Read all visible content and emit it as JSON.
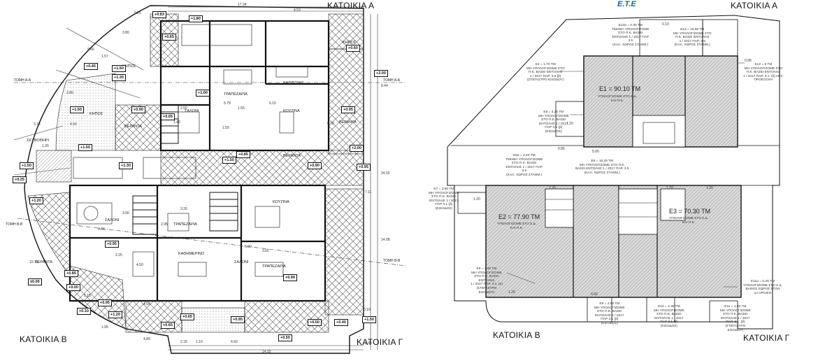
{
  "left": {
    "corner_labels": {
      "a": "ΚΑΤΟΙΚΙΑ Α",
      "b": "ΚΑΤΟΙΚΙΑ Β",
      "c": "ΚΑΤΟΙΚΙΑ Γ"
    },
    "section_labels": {
      "aa_left": "ΤΟΜΗ Α-Α",
      "aa_right": "ΤΟΜΗ Α-Α",
      "bb_left": "ΤΟΜΗ Β-Β",
      "bb_right": "ΤΟΜΗ Β-Β"
    },
    "rooms": {
      "trapezaria_top": "ΤΡΑΠΕΖΑΡΙΑ",
      "kathistiko_top": "ΚΑΘΙΣΤΙΚΟ",
      "saloni_top": "ΣΑΛΟΝΙ",
      "kouzina_top": "ΚΟΥΖΙΝΑ",
      "kipos_top": "ΚΗΠΟΣ",
      "kipos_left": "ΚΗΠΟΣ",
      "kipos_left2": "ΚΗΠΟΣ",
      "veranta_left": "ΒΕΡΑΝΤΑ",
      "veranta_right": "ΒΕΡΑΝΤΑ",
      "veranta_mid": "ΒΕΡΑΝΤΑ",
      "kouzina_bottom": "ΚΟΥΖΙΝΑ",
      "saloni_bottom_left": "ΣΑΛΟΝΙ",
      "trapezaria_bottom_left": "ΤΡΑΠΕΖΑΡΙΑ",
      "kathimerino": "ΚΑΘΗΜΕΡΙΝΟ",
      "saloni_bottom_mid": "ΣΑΛΟΝΙ",
      "trapezaria_bottom_mid": "ΤΡΑΠΕΖΑΡΙΑ",
      "veranta_bottom": "ΒΕΡΑΝΤΑ",
      "skyvothiri": "ΣΚΥΒΟΘΗΡΙ"
    },
    "levels": [
      "+0.83",
      "+1.80",
      "+0.65",
      "+0.60",
      "+0.45",
      "+1.50",
      "+1.30",
      "+1.00",
      "+0.90",
      "+1.50",
      "+0.95",
      "+0.05",
      "+2.00",
      "+1.50",
      "+0.85",
      "+2.00",
      "+1.50",
      "+1.30",
      "+1.50",
      "+0.90",
      "+0.95",
      "+1.20",
      "+0.25",
      "±0.00",
      "+0.95",
      "+0.85",
      "+0.00",
      "+0.10",
      "+1.20",
      "+0.90",
      "+0.95",
      "+0.50",
      "+0.40",
      "+0.95",
      "+0.65",
      "+0.50",
      "+1.50",
      "+0.65"
    ],
    "dims": [
      "0.25",
      "17.34",
      "4.53",
      "3.80",
      "9.66",
      "1.57",
      "2.80",
      "3.74",
      "1.30",
      "4.50",
      "8.44",
      "24.53",
      "7.11",
      "14.08",
      "10.71",
      "5.15",
      "4.50",
      "2.18",
      "1.10",
      "4.50",
      "14.92",
      "5.90",
      "3.60",
      "6.15",
      "5.79",
      "1.55",
      "3.20",
      "2.95",
      "4.66",
      "3.00",
      "4.50",
      "2.25",
      "2.50",
      "1.40",
      "1.55",
      "0.70",
      "4.89",
      "1.95",
      "0.10",
      "0.53"
    ]
  },
  "right": {
    "brand": "Ε.Τ.Ε",
    "corner_labels": {
      "a": "ΚΑΤΟΙΚΙΑ Α",
      "b": "ΚΑΤΟΙΚΙΑ Β",
      "c": "ΚΑΤΟΙΚΙΑ Γ"
    },
    "areas": {
      "e1": "E1 = 90.10 TM",
      "e2": "E2 = 77.90 TM",
      "e3": "E3 = 70.30 TM"
    },
    "area_notes": {
      "e1": "ΥΠΟΛΟΓΙΖΟΜΕ ΣΤΟ Σ.Δ.\nΚΑΙ Π.Κ.",
      "e2": "ΥΠΟΛΟΓΙΖΟΜΕ ΣΤΟ Σ.Δ.\nΚΑΙ Π.Κ.",
      "e3": "ΥΠΟΛΟΓΙΖΟΜΕ ΣΤΟ Σ.Δ.\nΚΑΙ Π.Κ."
    },
    "notes": {
      "e13a": "E13α = 0.30 TM\nΤΜΗΜΑ ΥΠΟΛΟΓΙΖΟΜΕ\nΣΤΟ Π.Κ. ΒΑΣΕΙ\nΕΝΤΟΛΗΣ 1 / 2017 ΠΑΡ\n3.5\n(ΚΑΛ. ΧΩΡΟΣ ΣΤΑΘΜ.)",
      "e13": "E13 = 15.60 TM\nΜΗ ΥΠΟΛΟΓΙΖΟΜΕ ΣΤΟ\nΠ.Κ. ΒΑΣΕΙ ΕΝΤΟΛΗΣ\n1 / 2017 ΠΑΡ. 3.5\n(ΚΑΛ. ΧΩΡΟΣ ΣΤΑΘΜ.)",
      "e12": "E12 = 5 TM\nΜΗ ΥΠΟΛΟΓΙΖΟΜΕ ΣΤΟ\nΠ.Κ. ΒΑΣΕΙ ΕΝΤΟΛΗΣ\n1 / 2017 ΠΑΡ. 3.1. (δ) ΑΡΧ.\nΠΡΟΕΞΟΧΗ",
      "e4": "E4 = 1.70 TM\nΜΗ ΥΠΟΛΟΓΙΖΟΜΕ ΣΤΟ\nΠ.Κ. ΒΑΣΕΙ ΕΝΤΟΛΗΣ\n1 / 2017 ΠΑΡ. 3.5 (β)\n(ΣΤΕΓΑΣΤΡΟ ΕΙΣΟΔΟΥ)",
      "e5": "E5 = 4.20 TM\nΜΗ ΥΠΟΛΟΓΙΖΟΜΕ\nΣΤΟ Π.Κ. ΒΑΣΕΙ\nΕΝΤΟΛΗΣ 1 / 2017\nΠΑΡ 3.1 (β)\n(ΕΙΣΟΔΟΣ)",
      "e6a": "E6α = 2.60 TM\nΤΜΗΜΑ ΥΠΟΛΟΓΙΖΟΜΕ\nΣΤΟ Π.Κ. ΒΑΣΕΙ\nΕΝΤΟΛΗΣ 1 / 2017 ΠΑΡ\n3.5\n(ΚΑΛ. ΧΩΡΟΣ ΣΤΑΘΜ.)",
      "e6": "E6 = 15.25 TM\nΜΗ ΥΠΟΛΟΓΙΖΟΜΕ ΣΤΟ Π.Κ.\nΒΑΣΕΙ ΕΝΤΟΛΗΣ 1 / 2017 ΠΑΡ. 3.5\n(ΚΑΛ. ΧΩΡΟΣ ΣΤΑΘΜ.)",
      "e7": "E7 = 3.60 TM\nΜΗ ΥΠΟΛΟΓΙΖΟΜΕ\nΣΤΟ Π.Κ. ΒΑΣΕΙ\nΕΝΤΟΛΗΣ 1 / 2017\nΠΑΡ 3.1 (β)\n(ΕΙΣΟΔΟΣ)",
      "e8": "E8 = 1.60 TM\nΜΗ ΥΠΟΛΟΓΙΖΟΜΕ\nΣΤΟ Π.Κ. ΒΑΣΕΙ\nΕΝΤΟΛΗΣ\n1 / 2017 ΠΑΡ. 3.1. (α)\n(ΣΤΕΓΑΣΤΡΟ\nΕΙΣΟΔΟΥ)",
      "e9": "E9 = 2.90 TM\nΜΗ ΥΠΟΛΟΓΙΖΟΜΕ\nΣΤΟ Π.Κ. ΒΑΣΕΙ\nΕΝΤΟΛΗΣ 1 / 2017\nΠΑΡ 3.1 (β)\n(ΕΙΣΟΔΟΣ)",
      "e10": "E10 = 4.30 TM\nΜΗ ΥΠΟΛΟΓΙΖΟΜΕ\nΣΤΟ Π.Κ. ΒΑΣΕΙ\nΕΝΤΟΛΗΣ 1 / 2017\nΠΑΡ 3.1 (β)\n(ΕΙΣΟΔΟΣ)",
      "e11a": "E11α = 0.40 TM\nΥΠΟΛΟΓΙΖΟΜΕ ΣΤΟ Σ.Δ.\nΒΑΘΟΣ ΧΩΡΟΣ ΣΤΟΝ\n1ο ΟΡΟΦΟ",
      "e11": "E11 = 1.80 TM\nΜΗ ΥΠΟΛΟΓΙΖΟΜΕ\nΣΤΟ Π.Κ. ΒΑΣΕΙ\nΕΝΤΟΛΗΣ 1 / 2017\nΠΑΡ. 3.1. (β)\n(ΣΤΕΓΑΣΤΡΟ\nΕΙΣΟΔΟΥ)"
    },
    "dims": [
      "0.10",
      "0.95",
      "1.20",
      "0.85",
      "5.00",
      "1.20",
      "1.20",
      "1.20",
      "1.20",
      "1.20",
      "0.60"
    ]
  }
}
